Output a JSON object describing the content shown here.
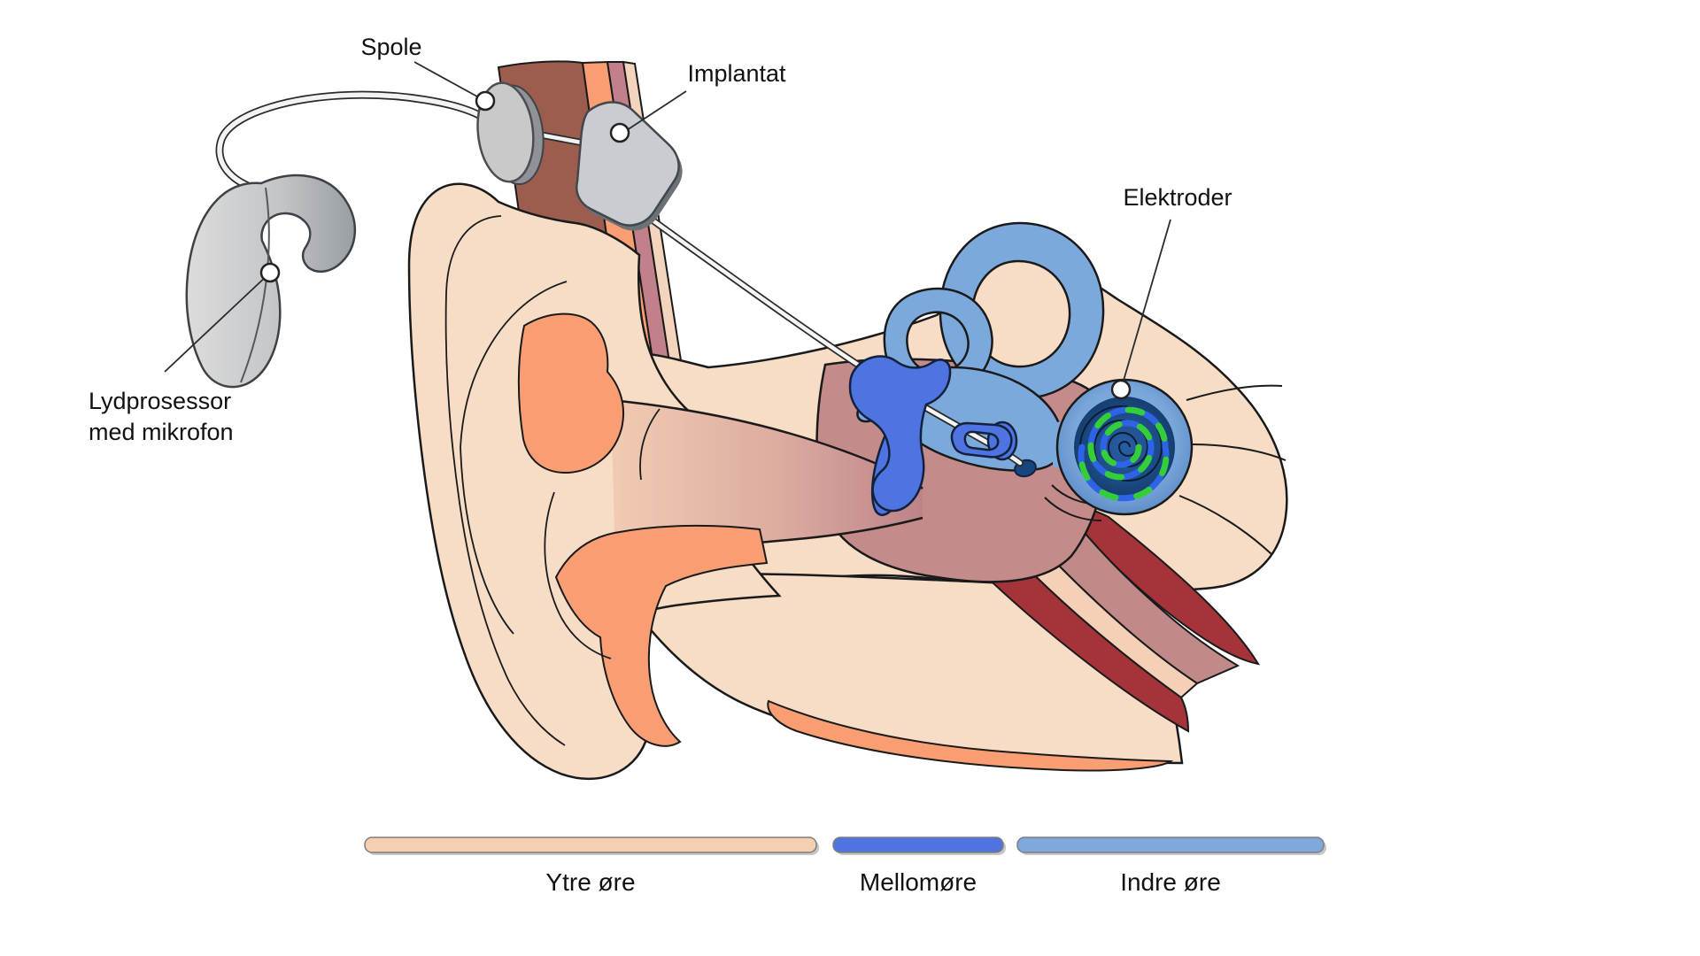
{
  "labels": {
    "spole": "Spole",
    "implantat": "Implantat",
    "elektroder": "Elektroder",
    "lydprosessor_line1": "Lydprosessor",
    "lydprosessor_line2": "med mikrofon"
  },
  "legend": {
    "items": [
      {
        "label": "Ytre øre",
        "color": "#f4cfb2"
      },
      {
        "label": "Mellomøre",
        "color": "#4f74df"
      },
      {
        "label": "Indre øre",
        "color": "#7fa9dc"
      }
    ]
  },
  "colors": {
    "outer_ear_skin": "#f7dcc6",
    "cartilage_orange": "#f99e72",
    "skin_layer_brown": "#9c5d4e",
    "skin_layer_mauve": "#c2808a",
    "middle_ear_cavity": "#c48b8b",
    "middle_ear_blue": "#4d74e0",
    "inner_ear_blue": "#7ca9dc",
    "cochlea_navy": "#1d4e8c",
    "electrode_blue": "#2e63e8",
    "electrode_green": "#35ce3b",
    "muscle_red": "#a4343a",
    "device_gray": "#c9c9c9"
  }
}
